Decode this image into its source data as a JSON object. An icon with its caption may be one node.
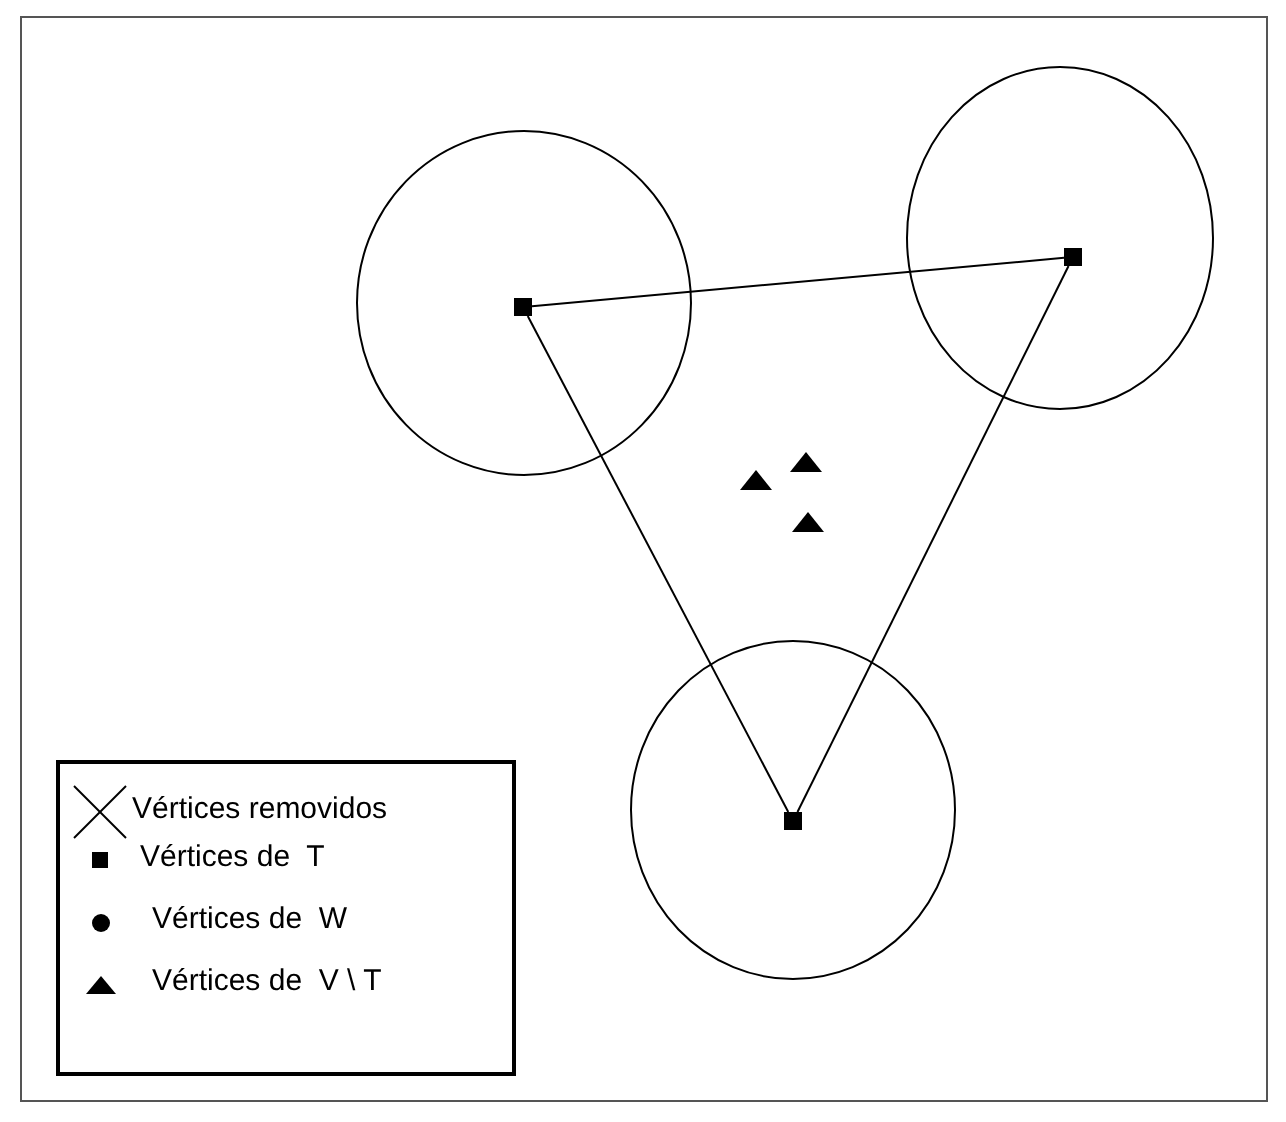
{
  "diagram": {
    "nodes": [
      {
        "text": [],
        "shape": "circle"
      },
      {
        "text": [],
        "shape": "box",
        "in": 0
      },
      {
        "text": [],
        "shape": "circle"
      },
      {
        "text": [],
        "shape": "box",
        "in": 2
      },
      {
        "text": [],
        "shape": "circle"
      },
      {
        "text": [],
        "shape": "box",
        "in": 4
      },
      {
        "text": [],
        "shape": "triangle"
      },
      {
        "text": [],
        "shape": "triangle"
      },
      {
        "text": [],
        "shape": "triangle"
      }
    ],
    "edges": [
      {
        "from": 1,
        "to": 3,
        "arrow": "none"
      },
      {
        "from": 1,
        "to": 5,
        "arrow": "none"
      },
      {
        "from": 3,
        "to": 5,
        "arrow": "none"
      }
    ],
    "legend": [
      {
        "text": "Vértices removidos"
      },
      {
        "text": "Vértices de  T"
      },
      {
        "text": "Vértices de  W"
      },
      {
        "text": "Vértices de  V \\ T"
      }
    ]
  }
}
